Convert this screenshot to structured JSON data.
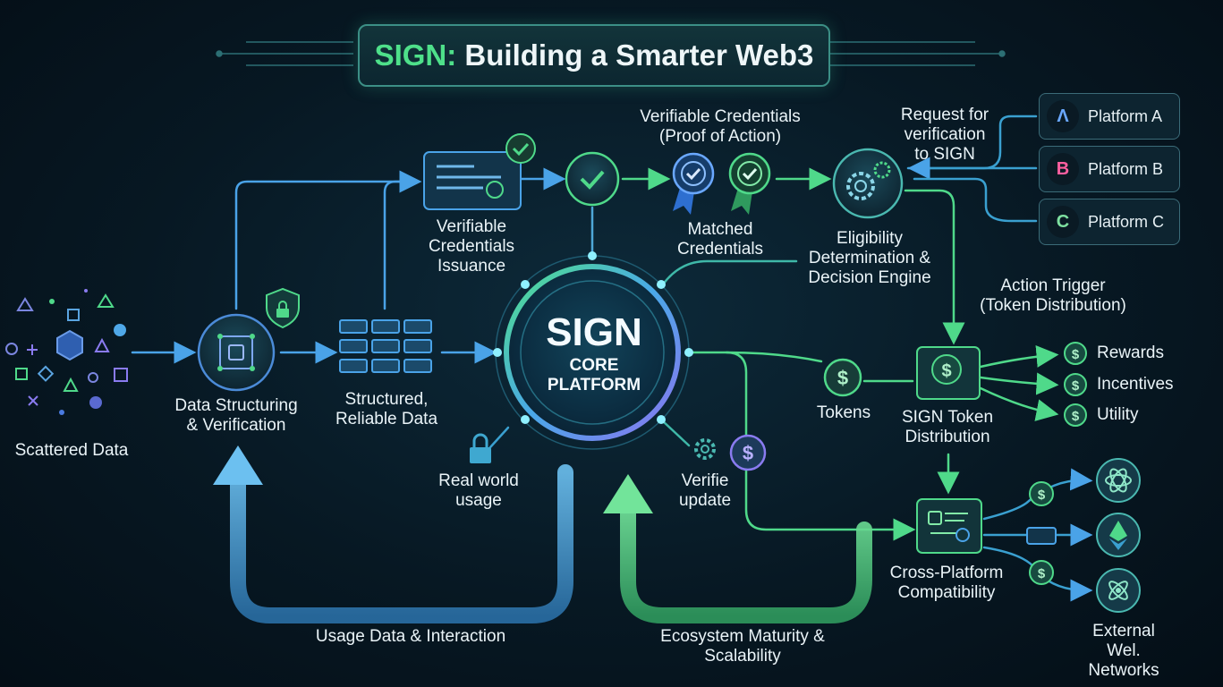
{
  "title": {
    "accent": "SIGN:",
    "rest": " Building a Smarter Web3"
  },
  "core": {
    "main": "SIGN",
    "sub1": "CORE",
    "sub2": "PLATFORM"
  },
  "labels": {
    "scattered": "Scattered Data",
    "structuring": "Data Structuring\n& Verification",
    "structured": "Structured,\nReliable Data",
    "vc_issuance": "Verifiable\nCredentials\nIssuance",
    "vc_proof": "Verifiable Credentials\n(Proof of Action)",
    "matched": "Matched\nCredentials",
    "eligibility": "Eligibility\nDetermination &\nDecision Engine",
    "request": "Request for\nverification\nto SIGN",
    "action_trigger": "Action Trigger\n(Token Distribution)",
    "tokens": "Tokens",
    "token_dist": "SIGN Token\nDistribution",
    "real_world": "Real world\nusage",
    "verifie": "Verifie\nupdate",
    "cross_platform": "Cross-Platform\nCompatibility",
    "usage_data": "Usage Data & Interaction",
    "ecosystem": "Ecosystem Maturity &\nScalability",
    "external": "External Wel.\nNetworks"
  },
  "platforms": [
    {
      "label": "Platform A",
      "glyph": "Λ",
      "color": "#6aa8ff"
    },
    {
      "label": "Platform B",
      "glyph": "B",
      "color": "#ff5fa0"
    },
    {
      "label": "Platform C",
      "glyph": "C",
      "color": "#7ee0a0"
    }
  ],
  "outputs": [
    "Rewards",
    "Incentives",
    "Utility"
  ],
  "colors": {
    "blue": "#4aa3e8",
    "green": "#4fd98a",
    "teal": "#3fb8a8",
    "purple": "#8a7bf0"
  }
}
